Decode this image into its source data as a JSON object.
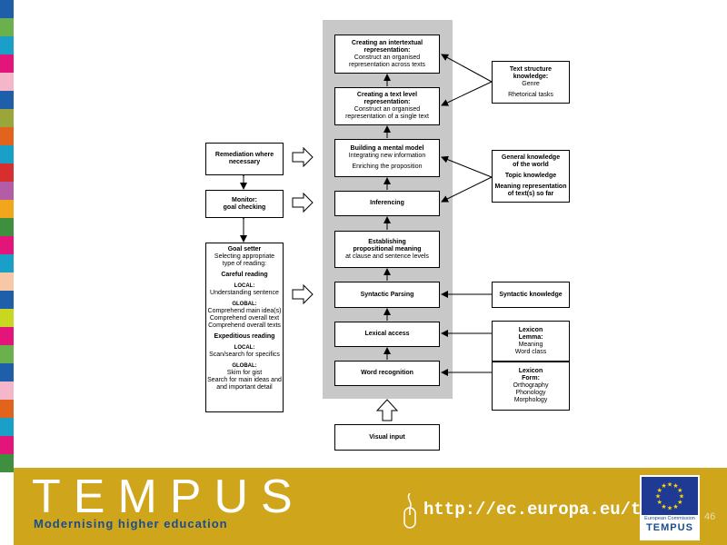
{
  "stripe_colors": [
    "#1f5ea8",
    "#6ab04c",
    "#1aa0c8",
    "#e4157a",
    "#f4b6c8",
    "#1f5ea8",
    "#9aa63a",
    "#e2641c",
    "#1aa0c8",
    "#d72e2e",
    "#b25da6",
    "#f2a61c",
    "#3e8f3e",
    "#e4157a",
    "#1aa0c8",
    "#f7c7a6",
    "#1f5ea8",
    "#c8d820",
    "#e4157a",
    "#6ab04c",
    "#1f5ea8",
    "#f4b6c8",
    "#e2641c",
    "#1aa0c8",
    "#e4157a",
    "#3e8f3e"
  ],
  "central": {
    "intertextual": {
      "l1": "Creating an intertextual",
      "l2": "representation:",
      "l3": "Construct an organised",
      "l4": "representation across texts"
    },
    "text_level": {
      "l1": "Creating a text level",
      "l2": "representation:",
      "l3": "Construct an organised",
      "l4": "representation of a single text"
    },
    "mental_model": {
      "l1": "Building a mental model",
      "l2": "Integrating new information",
      "l3": "Enriching the proposition"
    },
    "inferencing": {
      "l1": "Inferencing"
    },
    "propositional": {
      "l1": "Establishing",
      "l2": "propositional meaning",
      "l3": "at clause and sentence levels"
    },
    "syntactic_parsing": {
      "l1": "Syntactic Parsing"
    },
    "lexical_access": {
      "l1": "Lexical access"
    },
    "word_recognition": {
      "l1": "Word recognition"
    },
    "visual_input": {
      "l1": "Visual input"
    }
  },
  "left": {
    "remediation": {
      "l1": "Remediation where",
      "l2": "necessary"
    },
    "monitor": {
      "l1": "Monitor:",
      "l2": "goal checking"
    },
    "goal_setter": {
      "title": "Goal setter",
      "l1": "Selecting appropriate",
      "l2": "type of reading:",
      "careful": "Careful reading",
      "local1": "LOCAL:",
      "local1_text": "Understanding sentence",
      "global1": "GLOBAL:",
      "global1_a": "Comprehend main idea(s)",
      "global1_b": "Comprehend overall text",
      "global1_c": "Comprehend overall texts",
      "expeditious": "Expeditious reading",
      "local2": "LOCAL:",
      "local2_text": "Scan/search for specifics",
      "global2": "GLOBAL:",
      "global2_a": "Skim for gist",
      "global2_b": "Search for main ideas and",
      "global2_c": "and important detail"
    }
  },
  "right": {
    "text_structure": {
      "l1": "Text structure",
      "l2": "knowledge:",
      "l3": "Genre",
      "l4": "Rhetorical tasks"
    },
    "general_knowledge": {
      "l1": "General knowledge",
      "l2": "of the world",
      "l3": "Topic knowledge",
      "l4": "Meaning representation",
      "l5": "of text(s) so far"
    },
    "syntactic_knowledge": {
      "l1": "Syntactic knowledge"
    },
    "lexicon_lemma": {
      "l1": "Lexicon",
      "l2": "Lemma:",
      "l3": "Meaning",
      "l4": "Word class"
    },
    "lexicon_form": {
      "l1": "Lexicon",
      "l2": "Form:",
      "l3": "Orthography",
      "l4": "Phonology",
      "l5": "Morphology"
    }
  },
  "footer": {
    "logo": "TEMPUS",
    "tagline": "Modernising higher education",
    "url": "http://ec.europa.eu/tempus",
    "eu_commission": "European Commission",
    "eu_tempus": "TEMPUS",
    "page_number": "46",
    "background": "#cfa51c",
    "tagline_color": "#1a4d8c"
  }
}
